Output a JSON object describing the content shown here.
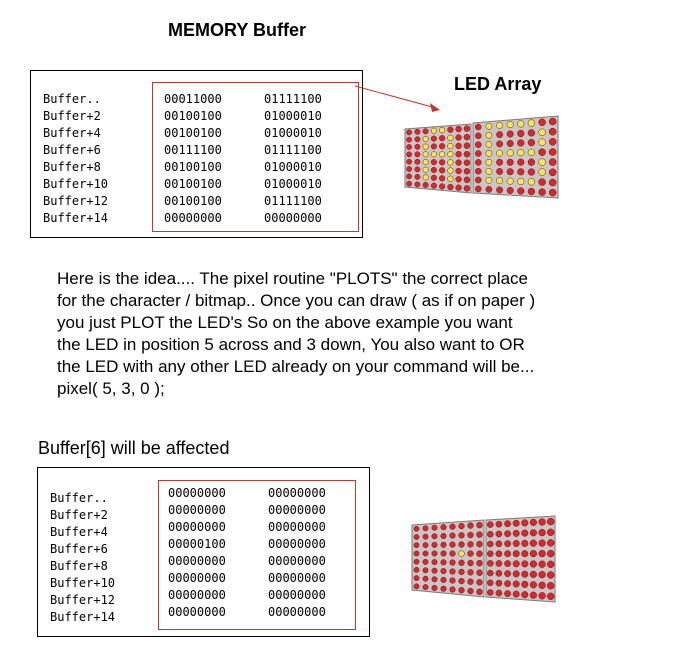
{
  "title_memory": "MEMORY Buffer",
  "title_led": "LED Array",
  "top_buffer": {
    "labels": [
      "Buffer..",
      "Buffer+2",
      "Buffer+4",
      "Buffer+6",
      "Buffer+8",
      "Buffer+10",
      "Buffer+12",
      "Buffer+14"
    ],
    "left": [
      "00011000",
      "00100100",
      "00100100",
      "00111100",
      "00100100",
      "00100100",
      "00100100",
      "00000000"
    ],
    "right": [
      "01111100",
      "01000010",
      "01000010",
      "01111100",
      "01000010",
      "01000010",
      "01111100",
      "00000000"
    ]
  },
  "paragraph": [
    "Here is the idea.... The pixel routine \"PLOTS\" the correct place",
    "for the character / bitmap.. Once you can draw ( as if on paper )",
    "you just PLOT the LED's   So on the above example you want",
    "the LED in position 5 across and 3 down, You also want to OR",
    "the LED with any other LED already on your command will be...",
    "pixel( 5, 3, 0 );"
  ],
  "subheading": "Buffer[6] will be affected",
  "bottom_buffer": {
    "labels": [
      "Buffer..",
      "Buffer+2",
      "Buffer+4",
      "Buffer+6",
      "Buffer+8",
      "Buffer+10",
      "Buffer+12",
      "Buffer+14"
    ],
    "left": [
      "00000000",
      "00000000",
      "00000000",
      "00000100",
      "00000000",
      "00000000",
      "00000000",
      "00000000"
    ],
    "right": [
      "00000000",
      "00000000",
      "00000000",
      "00000000",
      "00000000",
      "00000000",
      "00000000",
      "00000000"
    ]
  },
  "colors": {
    "led_on": "#f2e94e",
    "led_off": "#d9262a",
    "frame": "#c7c7c7",
    "box": "#c0392b"
  }
}
